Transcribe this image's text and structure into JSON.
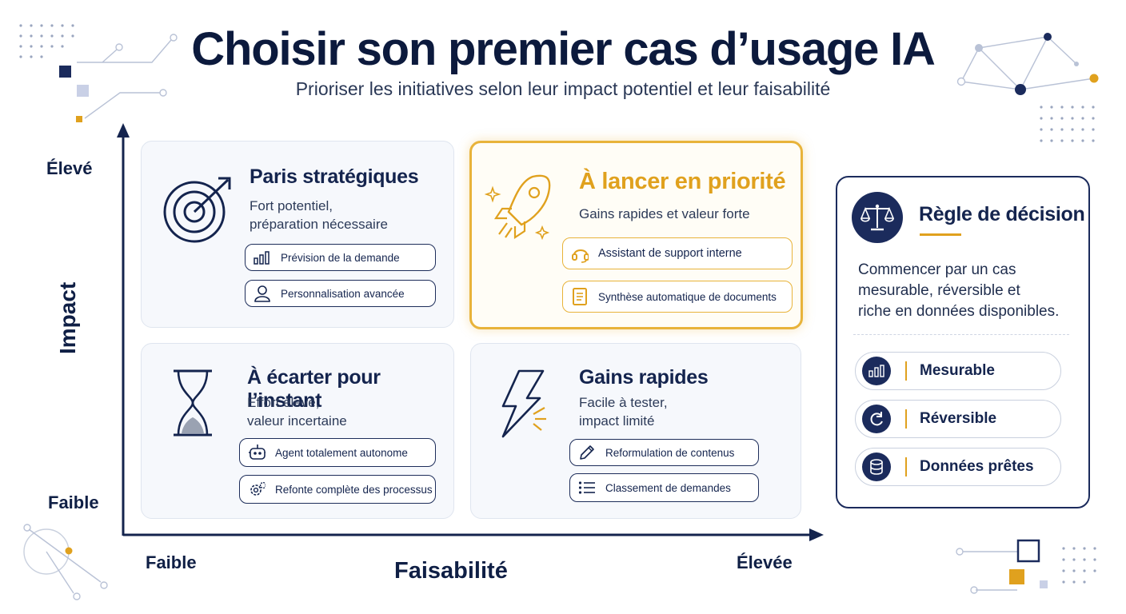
{
  "header": {
    "title": "Choisir son premier cas d’usage IA",
    "subtitle": "Prioriser les initiatives selon leur impact potentiel et leur faisabilité"
  },
  "axes": {
    "y_title": "Impact",
    "y_high": "Élevé",
    "y_low": "Faible",
    "x_title": "Faisabilité",
    "x_low": "Faible",
    "x_high": "Élevée"
  },
  "quadrants": {
    "strategic": {
      "title": "Paris stratégiques",
      "description": [
        "Fort potentiel,",
        "préparation nécessaire"
      ],
      "items": [
        "Prévision de la demande",
        "Personnalisation avancée"
      ]
    },
    "priority": {
      "title": "À lancer en priorité",
      "description": [
        "Gains rapides et valeur forte"
      ],
      "items": [
        "Assistant de support interne",
        "Synthèse automatique de documents"
      ]
    },
    "discard": {
      "title": "À écarter pour l’instant",
      "description": [
        "Effort élevé,",
        "valeur incertaine"
      ],
      "items": [
        "Agent totalement autonome",
        "Refonte complète des processus"
      ]
    },
    "quickwins": {
      "title": "Gains rapides",
      "description": [
        "Facile à tester,",
        "impact limité"
      ],
      "items": [
        "Reformulation de contenus",
        "Classement de demandes"
      ]
    }
  },
  "decision_rule": {
    "title": "Règle de décision",
    "text": [
      "Commencer par un cas",
      "mesurable, réversible et",
      "riche en données disponibles."
    ],
    "criteria": [
      "Mesurable",
      "Réversible",
      "Données prêtes"
    ]
  },
  "colors": {
    "navy": "#1b2b5c",
    "gold": "#e0a11e",
    "muted": "#b9c2d6"
  }
}
